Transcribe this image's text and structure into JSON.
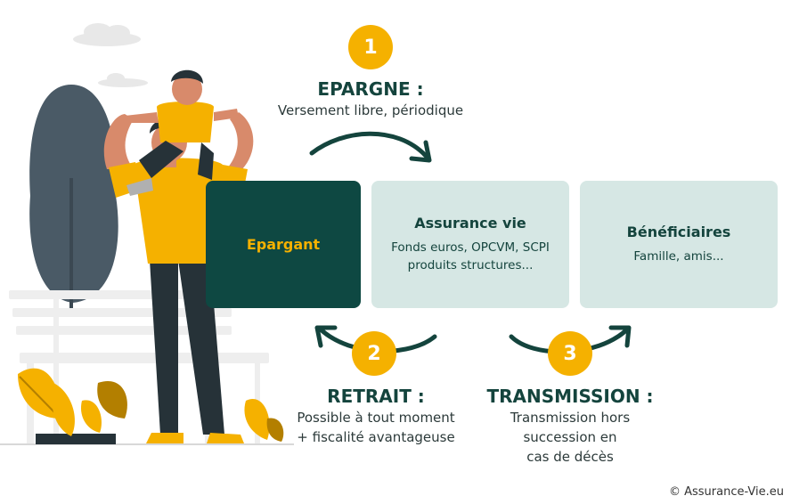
{
  "steps": [
    {
      "number": "1",
      "title": "EPARGNE :",
      "caption": [
        "Versement libre, périodique"
      ]
    },
    {
      "number": "2",
      "title": "RETRAIT :",
      "caption": [
        "Possible à tout moment",
        "+ fiscalité avantageuse"
      ]
    },
    {
      "number": "3",
      "title": "TRANSMISSION :",
      "caption": [
        "Transmission hors",
        "succession en",
        "cas de décès"
      ]
    }
  ],
  "boxes": {
    "epargant": {
      "title": "Epargant"
    },
    "assurance": {
      "title": "Assurance vie",
      "lines": [
        "Fonds euros, OPCVM, SCPI",
        "produits structures..."
      ]
    },
    "beneficiaires": {
      "title": "Bénéficiaires",
      "lines": [
        "Famille, amis..."
      ]
    }
  },
  "copyright": "© Assurance-Vie.eu",
  "colors": {
    "accent": "#f5b100",
    "dark_teal": "#0e4842",
    "light_teal": "#d6e7e4",
    "arrow": "#14443d"
  }
}
